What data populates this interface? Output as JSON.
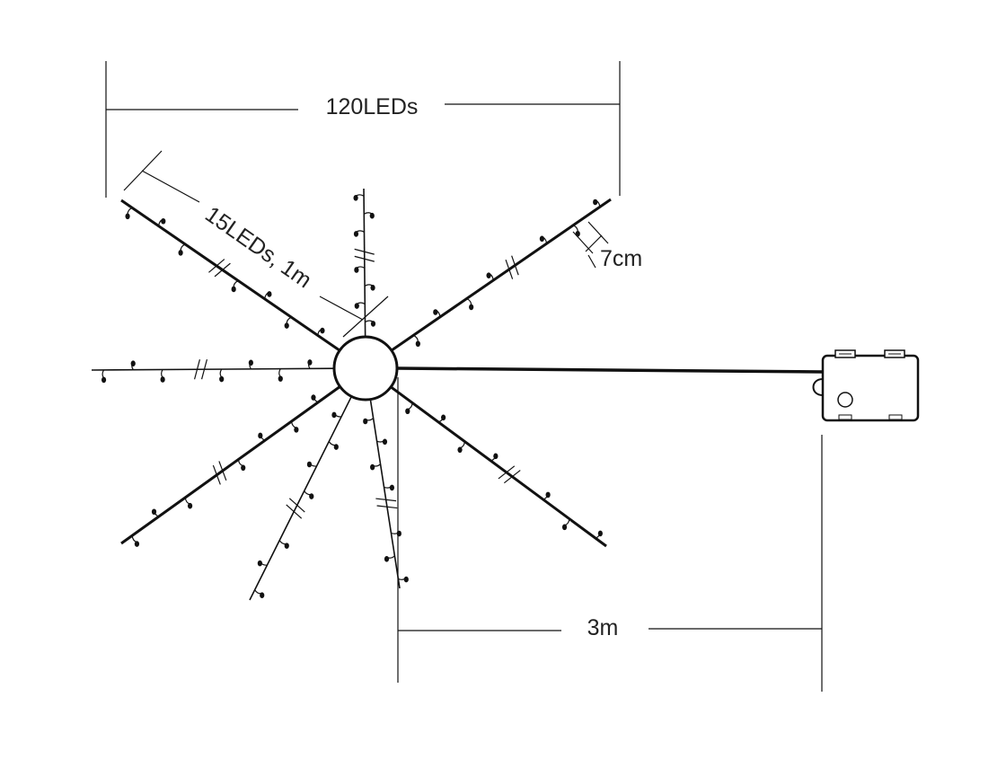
{
  "diagram": {
    "labels": {
      "total_leds": "120LEDs",
      "strand_spec": "15LEDs, 1m",
      "led_spacing": "7cm",
      "lead_cable": "3m"
    },
    "strand_count": 8,
    "colors": {
      "stroke": "#111111",
      "background": "#ffffff"
    },
    "icons": [
      "hub-circle-icon",
      "battery-box-icon",
      "led-bulb-icon",
      "cut-mark-icon"
    ]
  }
}
